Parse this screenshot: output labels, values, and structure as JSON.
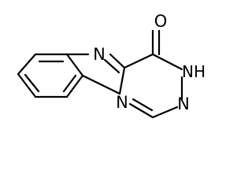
{
  "molecule": {
    "atoms": {
      "oxygen": "O",
      "imine_nitrogen": "N",
      "nh_group": "NH",
      "bridge_nitrogen": "N",
      "lower_nitrogen": "N"
    }
  }
}
